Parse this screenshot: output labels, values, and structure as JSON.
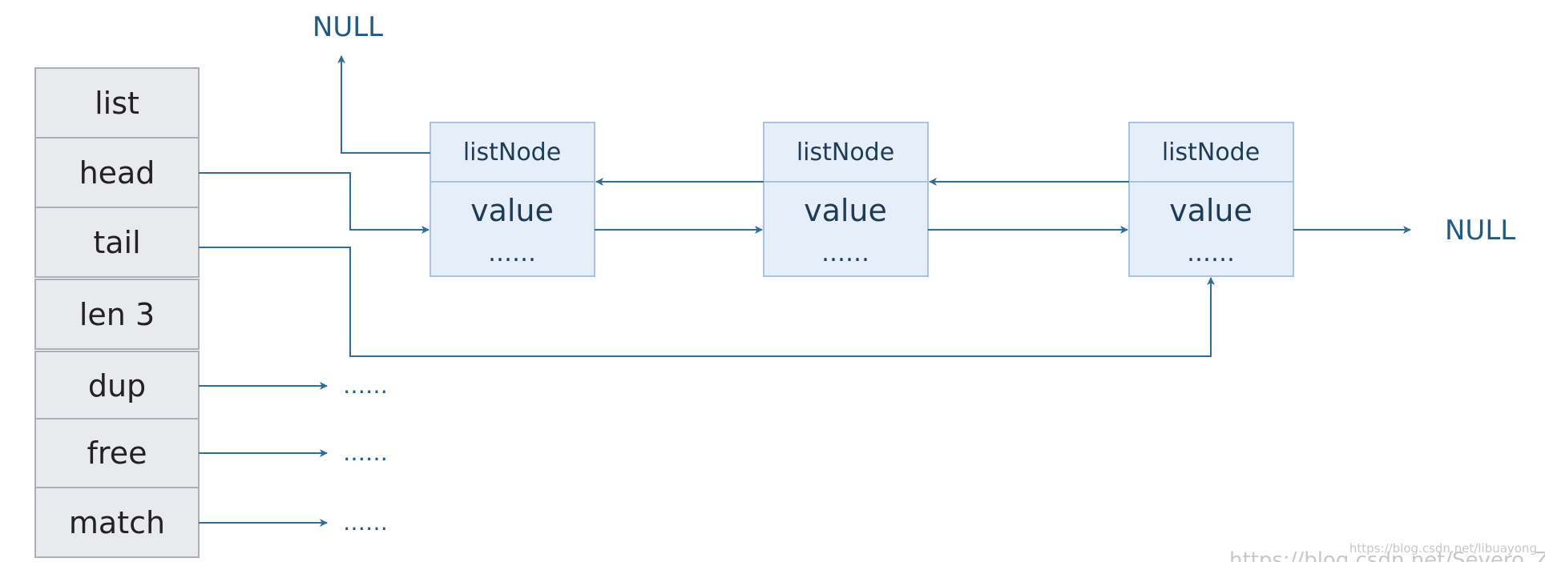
{
  "list_struct": {
    "fields": [
      {
        "key": "list",
        "label": "list"
      },
      {
        "key": "head",
        "label": "head"
      },
      {
        "key": "tail",
        "label": "tail"
      },
      {
        "key": "len",
        "label": "len 3"
      },
      {
        "key": "dup",
        "label": "dup"
      },
      {
        "key": "free",
        "label": "free"
      },
      {
        "key": "match",
        "label": "match"
      }
    ]
  },
  "nodes": [
    {
      "title": "listNode",
      "value": "value",
      "more": "……"
    },
    {
      "title": "listNode",
      "value": "value",
      "more": "……"
    },
    {
      "title": "listNode",
      "value": "value",
      "more": "……"
    }
  ],
  "labels": {
    "null_prev": "NULL",
    "null_next": "NULL",
    "dup_target": "……",
    "free_target": "……",
    "match_target": "……"
  },
  "watermark": {
    "small": "https://blog.csdn.net/libuayong",
    "large": "https://blog.csdn.net/Severo_Zhou"
  },
  "colors": {
    "arrow": "#2f6e98",
    "node_fill": "#e6eef9",
    "node_border": "#a8c4e3",
    "cell_fill": "#e9eaee",
    "cell_border": "#a9aeb8"
  }
}
